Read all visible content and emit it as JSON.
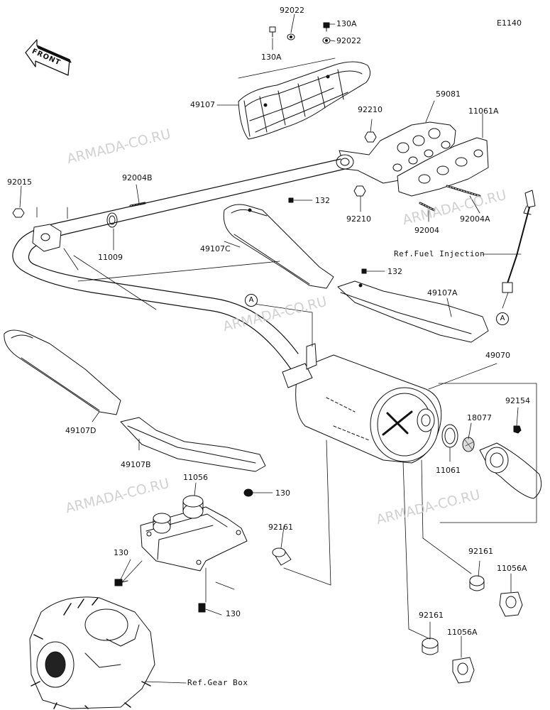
{
  "diagram_code": "E1140",
  "front_label": "FRONT",
  "watermark": "ARMADA-CO.RU",
  "refs": {
    "fuel_injection": "Ref.Fuel Injection",
    "gear_box": "Ref.Gear Box",
    "connector_a": "A"
  },
  "parts": {
    "p92022_top": "92022",
    "p130A_right": "130A",
    "p92022_right": "92022",
    "p130A_left": "130A",
    "p49107": "49107",
    "p59081": "59081",
    "p11061A": "11061A",
    "p92210_upper": "92210",
    "p92015": "92015",
    "p92004B": "92004B",
    "p132_upper": "132",
    "p92210_lower": "92210",
    "p92004A": "92004A",
    "p92004": "92004",
    "p11009": "11009",
    "p49107C": "49107C",
    "p132_lower": "132",
    "p49107A": "49107A",
    "p49070": "49070",
    "p92154": "92154",
    "p18077": "18077",
    "p11061": "11061",
    "p49107D": "49107D",
    "p49107B": "49107B",
    "p11056": "11056",
    "p130_mid": "130",
    "p92161_a": "92161",
    "p130_left": "130",
    "p130_bottom": "130",
    "p92161_b": "92161",
    "p11056A_a": "11056A",
    "p92161_c": "92161",
    "p11056A_b": "11056A"
  }
}
